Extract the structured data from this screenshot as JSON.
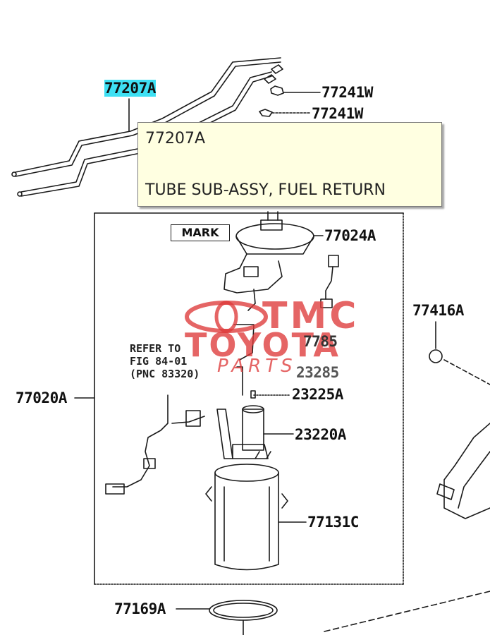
{
  "callouts": {
    "tube_a": "77207A",
    "clamp_1": "77241W",
    "clamp_2": "77241W",
    "sender_gauge": "77024A",
    "gasket_outer": "77416A",
    "pump_assy": "77020A",
    "part_7785": "7785",
    "part_23285": "23285",
    "part_23225": "23225A",
    "pump": "23220A",
    "filter_case": "77131C",
    "gasket": "77169A"
  },
  "mark_label": "MARK",
  "refer_note": {
    "line1": "REFER TO",
    "line2": "FIG 84-01",
    "line3": "(PNC 83320)"
  },
  "tooltip": {
    "code": "77207A",
    "description": "TUBE SUB-ASSY, FUEL RETURN"
  },
  "watermark": {
    "line1": "TMC",
    "line2": "TOYOTA",
    "line3": "PARTS"
  },
  "colors": {
    "highlight": "#3ee0f3",
    "tooltip_bg": "#ffffe1",
    "watermark": "#de3a3a"
  }
}
